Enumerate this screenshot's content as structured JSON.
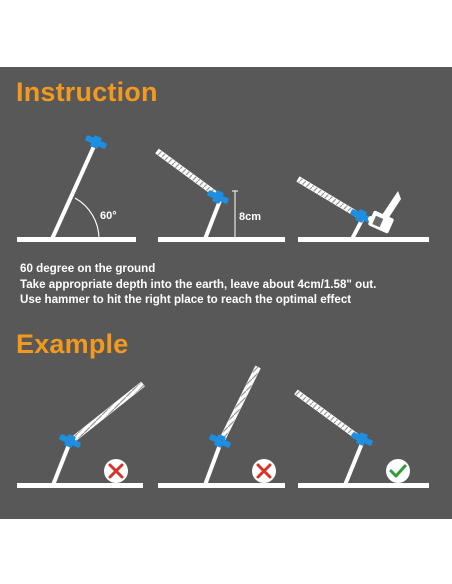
{
  "instruction": {
    "title": "Instruction",
    "angle_label": "60°",
    "depth_label": "8cm",
    "notes": [
      "60 degree on the ground",
      "Take appropriate depth into the earth, leave about 4cm/1.58\" out.",
      "Use hammer to hit the right place to reach the optimal effect"
    ]
  },
  "example": {
    "title": "Example",
    "items": [
      {
        "result": "wrong",
        "icon": "cross-icon"
      },
      {
        "result": "wrong",
        "icon": "cross-icon"
      },
      {
        "result": "correct",
        "icon": "check-icon"
      }
    ]
  },
  "colors": {
    "panel": "#585858",
    "heading": "#f39a1e",
    "text": "#ffffff",
    "stake_head": "#1e8ee0",
    "wrong": "#d9322b",
    "correct": "#2f9e3a"
  }
}
